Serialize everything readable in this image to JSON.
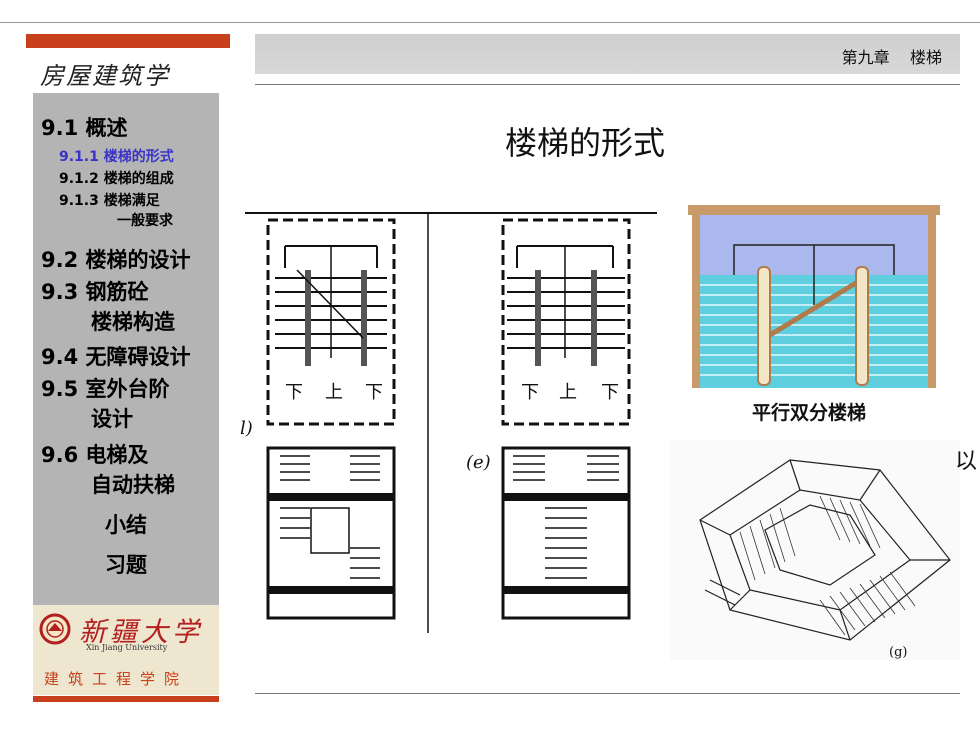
{
  "course_title": "房屋建筑学",
  "chapter": "第九章    楼梯",
  "slide_title": "楼梯的形式",
  "nav": [
    {
      "label": "9.1 概述",
      "level": 1
    },
    {
      "label": "9.1.1 楼梯的形式",
      "level": 2,
      "active": true
    },
    {
      "label": "9.1.2 楼梯的组成",
      "level": 2
    },
    {
      "label": "9.1.3 楼梯满足",
      "level": 2
    },
    {
      "label": "一般要求",
      "level": 2
    },
    {
      "label": "9.2 楼梯的设计",
      "level": 1
    },
    {
      "label": "9.3 钢筋砼",
      "level": 1
    },
    {
      "label": "楼梯构造",
      "level": 1
    },
    {
      "label": "9.4 无障碍设计",
      "level": 1
    },
    {
      "label": "9.5 室外台阶",
      "level": 1
    },
    {
      "label": "设计",
      "level": 1
    },
    {
      "label": "9.6 电梯及",
      "level": 1
    },
    {
      "label": "自动扶梯",
      "level": 1
    },
    {
      "label": "小结",
      "level": 1
    },
    {
      "label": "习题",
      "level": 1
    }
  ],
  "logo": {
    "university_cn": "新疆大学",
    "university_en": "Xin Jiang University",
    "college": "建筑工程学院"
  },
  "figures": {
    "left_caption": "l)",
    "middle_caption": "(e)",
    "plan_labels": {
      "down": "下",
      "up": "上"
    },
    "right_top_caption": "平行双分楼梯",
    "right_bottom_caption": "(g)",
    "edge_glyph": "以"
  },
  "colors": {
    "accent_red": "#c8401c",
    "sidebar_gray": "#b4b4b4",
    "active_link": "#3a33c8",
    "header_gray": "#d0d0d0",
    "railing_fill": "#36b8cc"
  }
}
